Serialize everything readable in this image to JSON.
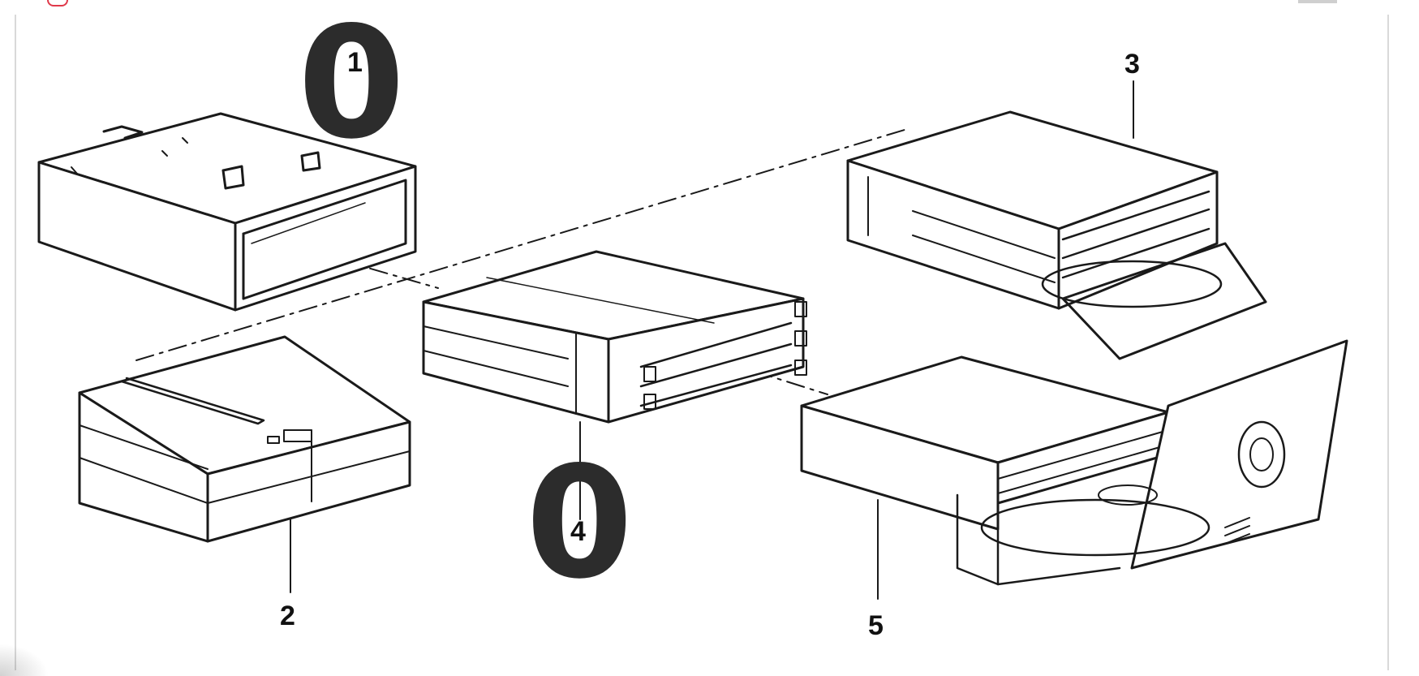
{
  "diagram": {
    "callouts": [
      {
        "id": 1,
        "label": "1"
      },
      {
        "id": 2,
        "label": "2"
      },
      {
        "id": 3,
        "label": "3"
      },
      {
        "id": 4,
        "label": "4"
      },
      {
        "id": 5,
        "label": "5"
      }
    ],
    "markers": [
      {
        "label": "0"
      },
      {
        "label": "0"
      }
    ]
  },
  "colors": {
    "line": "#1a1a1a",
    "marker": "#2c2c2c",
    "frame": "#d9d9d9",
    "top_accent": "#e0394a"
  }
}
